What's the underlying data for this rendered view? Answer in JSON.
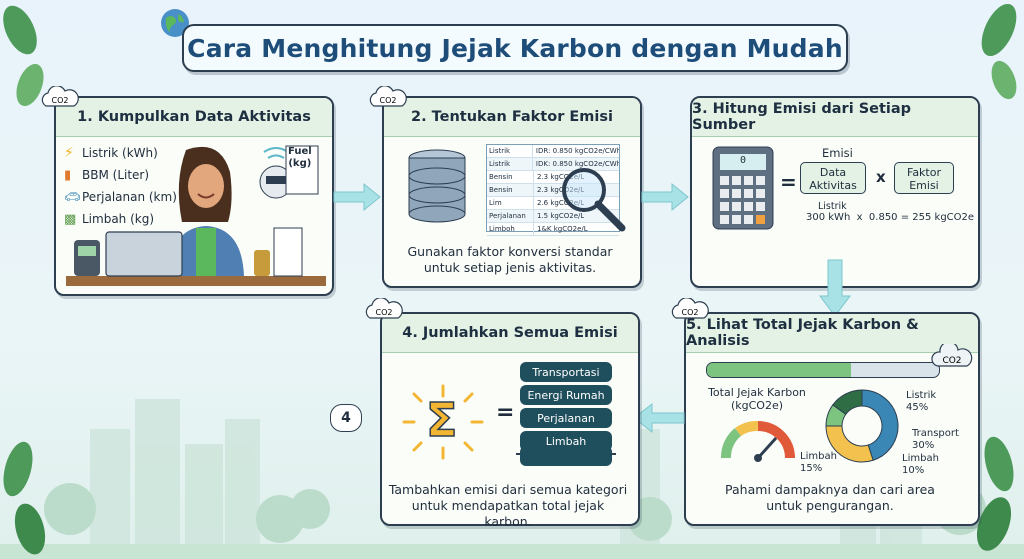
{
  "title": "Cara Menghitung Jejak Karbon dengan Mudah",
  "co2_label": "CO2",
  "step1": {
    "heading": "1. Kumpulkan Data Aktivitas",
    "items": [
      "Listrik (kWh)",
      "BBM (Liter)",
      "Perjalanan (km)",
      "Limbah (kg)"
    ],
    "fuel_note": "Fuel\n(kg)"
  },
  "step2": {
    "heading": "2. Tentukan Faktor Emisi",
    "table": [
      {
        "name": "Listrik",
        "value": "IDR: 0.850 kgCO2e/CWh"
      },
      {
        "name": "Listrik",
        "value": "IDK: 0.850 kgCO2e/CWh"
      },
      {
        "name": "Bensin",
        "value": "2.3 kgCO2e/L"
      },
      {
        "name": "Bensin",
        "value": "2.3 kgCO2e/L"
      },
      {
        "name": "Lim",
        "value": "2.6 kgCO2e/L"
      },
      {
        "name": "Perjalanan",
        "value": "1.5 kgCO2e/L"
      },
      {
        "name": "Limboh",
        "value": "1&K kgCO2e/L"
      }
    ],
    "desc_line1": "Gunakan faktor konversi standar",
    "desc_line2": "untuk setiap jenis aktivitas."
  },
  "step3": {
    "heading": "3. Hitung Emisi dari Setiap Sumber",
    "display": "0",
    "emisi": "Emisi",
    "equals": "=",
    "times": "x",
    "box1_l1": "Data",
    "box1_l2": "Aktivitas",
    "box2_l1": "Faktor",
    "box2_l2": "Emisi",
    "example_label": "Listrik",
    "example": "300 kWh  x  0.850 = 255 kgCO2e"
  },
  "step4": {
    "heading": "4. Jumlahkan Semua Emisi",
    "badge": "4",
    "sigma": "Σ",
    "equals": "=",
    "categories": [
      "Transportasi",
      "Energi Rumah",
      "Perjalanan",
      "Limbah"
    ],
    "desc_line1": "Tambahkan emisi dari semua kategori",
    "desc_line2": "untuk mendapatkan total jejak karbon."
  },
  "step5": {
    "heading": "5. Lihat Total Jejak Karbon & Analisis",
    "gauge_title_l1": "Total Jejak Karbon",
    "gauge_title_l2": "(kgCO2e)",
    "desc_line1": "Pahami dampaknya dan cari area",
    "desc_line2": "untuk pengurangan.",
    "chart_data": {
      "type": "pie",
      "slices": [
        {
          "name": "Listrik",
          "value": 45,
          "color": "#3a86b5"
        },
        {
          "name": "Transport",
          "value": 30,
          "color": "#f2c14e"
        },
        {
          "name": "Limbah",
          "value": 10,
          "color": "#7cc47f"
        },
        {
          "name": "Limbah",
          "value": 15,
          "color": "#2f6d45"
        }
      ],
      "labels": [
        "Listrik\n45%",
        "Transport\n30%",
        "Limbah\n10%",
        "Limbah\n15%"
      ]
    }
  },
  "colors": {
    "accent": "#1d4d78",
    "card_head": "#e3f2e4",
    "border": "#2d3e50"
  }
}
